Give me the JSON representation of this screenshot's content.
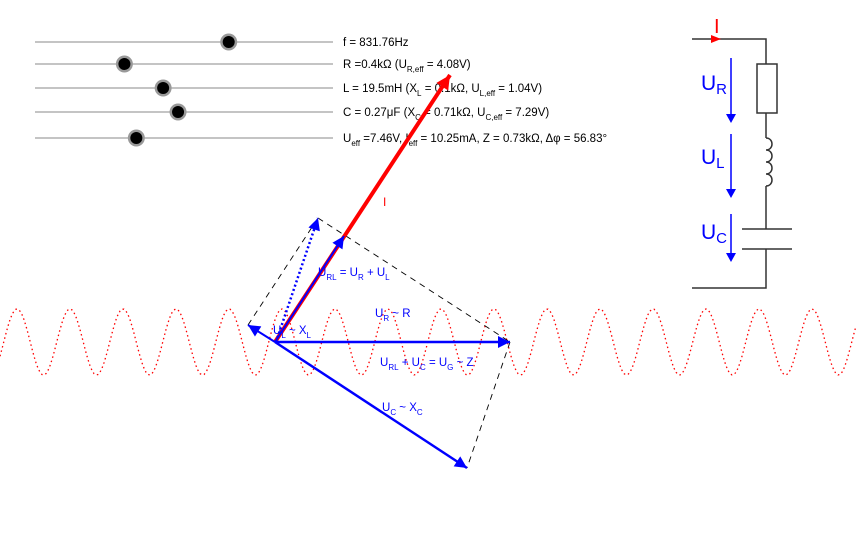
{
  "sliders": [
    {
      "label": "f = 831.76Hz",
      "fraction": 0.65
    },
    {
      "label_parts": [
        "R =0.4kΩ (U",
        "R,eff",
        " = 4.08V)"
      ],
      "fraction": 0.3
    },
    {
      "label_parts": [
        "L = 19.5mH (X",
        "L",
        " = 0.1kΩ, U",
        "L,eff",
        " = 1.04V)"
      ],
      "fraction": 0.43
    },
    {
      "label_parts": [
        "C = 0.27μF (X",
        "C",
        " = 0.71kΩ, U",
        "C,eff",
        " = 7.29V)"
      ],
      "fraction": 0.48
    },
    {
      "label_parts": [
        "U",
        "eff",
        " =7.46V, I",
        "eff",
        " = 10.25mA, Z = 0.73kΩ, Δφ = 56.83°"
      ],
      "fraction": 0.34
    }
  ],
  "phasor": {
    "current_label": "I",
    "url_parts": [
      "U",
      "RL",
      " = U",
      "R",
      " + U",
      "L"
    ],
    "ur_parts": [
      "U",
      "R",
      " ~ R"
    ],
    "ul_parts": [
      "U",
      "L",
      " ~ X",
      "L"
    ],
    "ug_parts": [
      "U",
      "RL",
      " + U",
      "C",
      " = U",
      "G",
      " ~ Z"
    ],
    "uc_parts": [
      "U",
      "C",
      " ~ X",
      "C"
    ]
  },
  "circuit": {
    "current_label": "I",
    "ur": [
      "U",
      "R"
    ],
    "ul": [
      "U",
      "L"
    ],
    "uc": [
      "U",
      "C"
    ]
  },
  "colors": {
    "voltage": "#0000ff",
    "current": "#ff0000"
  }
}
